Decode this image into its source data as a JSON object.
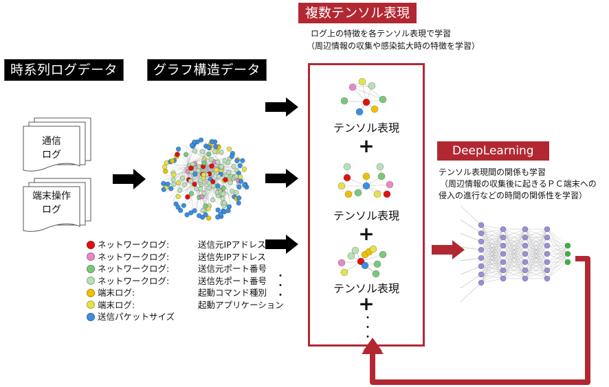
{
  "colors": {
    "accent_red": "#b22832",
    "label_black": "#000000",
    "arrow_black": "#000000",
    "node_red": "#e01010",
    "node_pink": "#e58ac8",
    "node_green": "#7cc77c",
    "node_light_green": "#b8e0b8",
    "node_yellow_orange": "#f0c000",
    "node_yellow": "#e6e24a",
    "node_blue": "#3a8fe0",
    "nn_purple": "#9b8fd6",
    "nn_green": "#3fb33f"
  },
  "stage1": {
    "title": "時系列ログデータ",
    "documents": [
      {
        "line1": "通信",
        "line2": "ログ"
      },
      {
        "line1": "端末操作",
        "line2": "ログ"
      }
    ]
  },
  "stage2": {
    "title": "グラフ構造データ",
    "legend": [
      {
        "icon": "red-node-icon",
        "color": "#e01010",
        "category": "ネットワークログ:",
        "item": "送信元IPアドレス"
      },
      {
        "icon": "pink-node-icon",
        "color": "#e58ac8",
        "category": "ネットワークログ:",
        "item": "送信先IPアドレス"
      },
      {
        "icon": "green-node-icon",
        "color": "#7cc77c",
        "category": "ネットワークログ:",
        "item": "送信元ポート番号"
      },
      {
        "icon": "light-green-node-icon",
        "color": "#b8e0b8",
        "category": "ネットワークログ:",
        "item": "送信先ポート番号"
      },
      {
        "icon": "orange-search-node-icon",
        "color": "#f0c000",
        "category": "端末ログ:",
        "item": "起動コマンド種別"
      },
      {
        "icon": "yellow-search-node-icon",
        "color": "#e6e24a",
        "category": "端末ログ:",
        "item": "起動アプリケーション"
      },
      {
        "icon": "blue-node-icon",
        "color": "#3a8fe0",
        "category": "送信パケットサイズ",
        "item": ""
      }
    ],
    "ellipsis": "・\n・\n・"
  },
  "stage3": {
    "title": "複数テンソル表現",
    "description_line1": "ログ上の特徴を各テンソル表現で学習",
    "description_line2": "（周辺情報の収集や感染拡大時の特徴を学習）",
    "tensors": [
      {
        "label": "テンソル表現"
      },
      {
        "label": "テンソル表現"
      },
      {
        "label": "テンソル表現"
      }
    ],
    "plus": "+",
    "ellipsis": "・"
  },
  "stage4": {
    "title": "DeepLearning",
    "description_line1": "テンソル表現間の関係も学習",
    "description_line2": "（周辺情報の収集後に起きるＰＣ端末への",
    "description_line3": "侵入の進行などの時間の関係性を学習）",
    "network_layers": [
      8,
      7,
      7,
      7,
      3
    ]
  }
}
